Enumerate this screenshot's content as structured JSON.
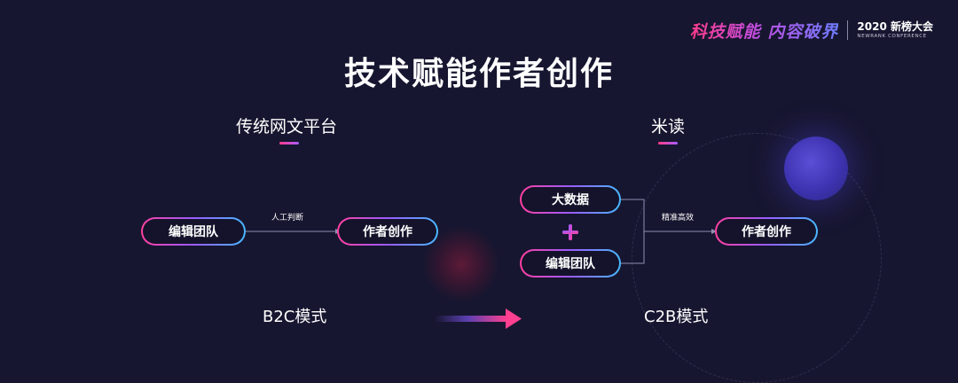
{
  "brand": {
    "slogan": "科技赋能 内容破界",
    "event_name": "2020 新榜大会",
    "event_subtitle": "NEWRANK CONFERENCE"
  },
  "slide": {
    "title": "技术赋能作者创作"
  },
  "left": {
    "heading": "传统网文平台",
    "source_node": "编辑团队",
    "edge_label": "人工判断",
    "target_node": "作者创作",
    "mode": "B2C模式"
  },
  "right": {
    "heading": "米读",
    "source_node_top": "大数据",
    "source_node_bottom": "编辑团队",
    "edge_label": "精准高效",
    "target_node": "作者创作",
    "mode": "C2B模式"
  },
  "colors": {
    "background": "#171630",
    "accent_pink": "#ff3fa0",
    "accent_purple": "#9a5cff",
    "accent_blue": "#47b8ff"
  }
}
